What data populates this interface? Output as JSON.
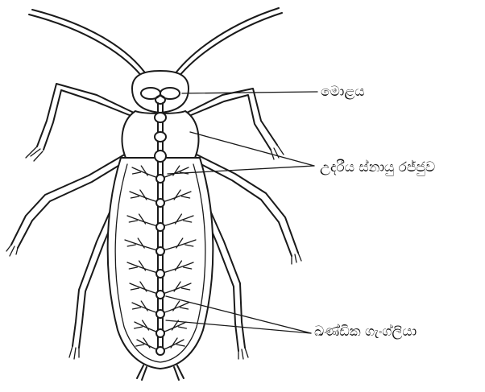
{
  "diagram": {
    "labels": {
      "brain": "මොළය",
      "ventral_nerve_cord": "උදරීය ස්නායු රජ්ජුව",
      "segmental_ganglia": "ඛණ්ඩික ගැංග්ලියා"
    }
  }
}
